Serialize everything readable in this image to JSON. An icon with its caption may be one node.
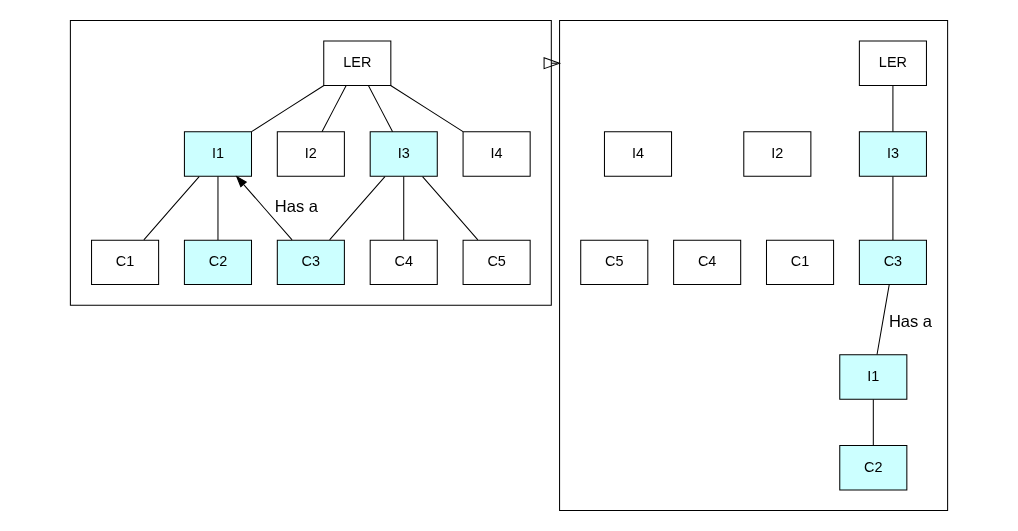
{
  "diagram": {
    "nodes": [
      {
        "text": [],
        "shape": "box"
      },
      {
        "text": [
          "LER"
        ],
        "in": 0
      },
      {
        "text": [
          "I1"
        ],
        "in": 0
      },
      {
        "text": [
          "I2"
        ],
        "in": 0
      },
      {
        "text": [
          "I3"
        ],
        "in": 0
      },
      {
        "text": [
          "I4"
        ],
        "in": 0
      },
      {
        "text": [
          "C1"
        ],
        "in": 0
      },
      {
        "text": [
          "C2"
        ],
        "in": 0
      },
      {
        "text": [
          "C3"
        ],
        "in": 0
      },
      {
        "text": [
          "C4"
        ],
        "in": 0
      },
      {
        "text": [
          "C5"
        ],
        "in": 0
      },
      {
        "text": [],
        "shape": "box"
      },
      {
        "text": [
          "LER"
        ],
        "in": 11
      },
      {
        "text": [
          "I2"
        ],
        "in": 11
      },
      {
        "text": [
          "I3"
        ],
        "in": 11
      },
      {
        "text": [
          "I4"
        ],
        "in": 11
      },
      {
        "text": [
          "C1"
        ],
        "in": 11
      },
      {
        "text": [
          "C3"
        ],
        "in": 11
      },
      {
        "text": [
          "C4"
        ],
        "in": 11
      },
      {
        "text": [
          "C5"
        ],
        "in": 11
      },
      {
        "text": [
          "I1"
        ],
        "in": 11
      },
      {
        "text": [
          "C2"
        ],
        "in": 11
      }
    ],
    "edges": [
      {
        "from": 1,
        "to": 2,
        "arrow": "none"
      },
      {
        "from": 1,
        "to": 3,
        "arrow": "none"
      },
      {
        "from": 1,
        "to": 4,
        "arrow": "none"
      },
      {
        "from": 1,
        "to": 5,
        "arrow": "none"
      },
      {
        "from": 2,
        "to": 6,
        "arrow": "none"
      },
      {
        "from": 2,
        "to": 7,
        "arrow": "none"
      },
      {
        "from": 4,
        "to": 8,
        "arrow": "none"
      },
      {
        "from": 4,
        "to": 9,
        "arrow": "none"
      },
      {
        "from": 4,
        "to": 10,
        "arrow": "none"
      },
      {
        "from": 8,
        "to": 2,
        "arrow": "to",
        "label": "Has a"
      },
      {
        "from": 0,
        "to": 11,
        "arrow": "to"
      },
      {
        "from": 12,
        "to": 14,
        "arrow": "none"
      },
      {
        "from": 14,
        "to": 17,
        "arrow": "none"
      },
      {
        "from": 17,
        "to": 20,
        "arrow": "none",
        "label": "Has a"
      },
      {
        "from": 20,
        "to": 21,
        "arrow": "none"
      }
    ]
  }
}
